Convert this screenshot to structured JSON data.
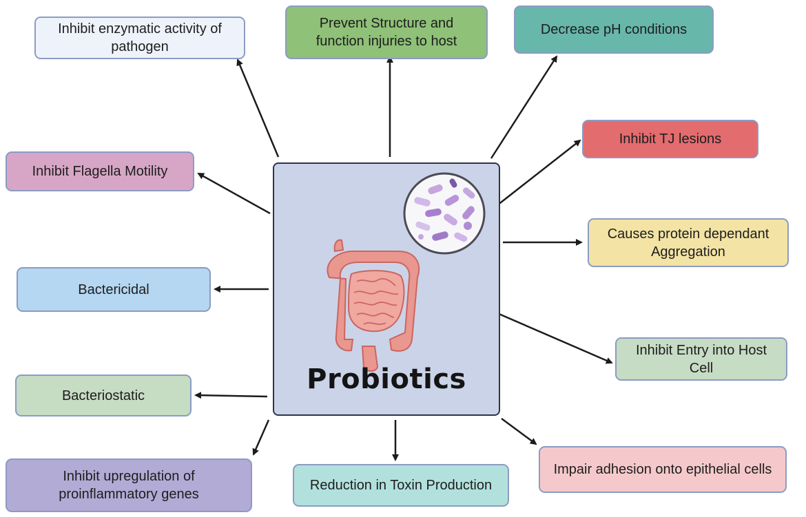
{
  "center": {
    "title": "Probiotics",
    "intestine_icon": "intestine-icon",
    "bacteria_icon": "bacteria-magnifier-icon"
  },
  "effects": [
    {
      "id": "inhibit-enzymatic",
      "label": "Inhibit enzymatic activity of pathogen",
      "color": "#eef3fb"
    },
    {
      "id": "prevent-structure",
      "label": "Prevent Structure and function injuries to host",
      "color": "#8fc178"
    },
    {
      "id": "decrease-ph",
      "label": "Decrease pH conditions",
      "color": "#67b7ab"
    },
    {
      "id": "inhibit-tj",
      "label": "Inhibit TJ lesions",
      "color": "#e26c6e"
    },
    {
      "id": "inhibit-flagella",
      "label": "Inhibit Flagella Motility",
      "color": "#d7a6c6"
    },
    {
      "id": "protein-aggregation",
      "label": "Causes protein dependant Aggregation",
      "color": "#f3e3a4"
    },
    {
      "id": "bactericidal",
      "label": "Bactericidal",
      "color": "#b5d7f1"
    },
    {
      "id": "inhibit-entry",
      "label": "Inhibit Entry into Host Cell",
      "color": "#c7dcc4"
    },
    {
      "id": "bacteriostatic",
      "label": "Bacteriostatic",
      "color": "#c6dcc3"
    },
    {
      "id": "inhibit-upregulation",
      "label": "Inhibit upregulation of proinflammatory genes",
      "color": "#b2abd5"
    },
    {
      "id": "reduction-toxin",
      "label": "Reduction in Toxin Production",
      "color": "#b2e1dd"
    },
    {
      "id": "impair-adhesion",
      "label": "Impair adhesion onto epithelial cells",
      "color": "#f5c9cb"
    }
  ]
}
